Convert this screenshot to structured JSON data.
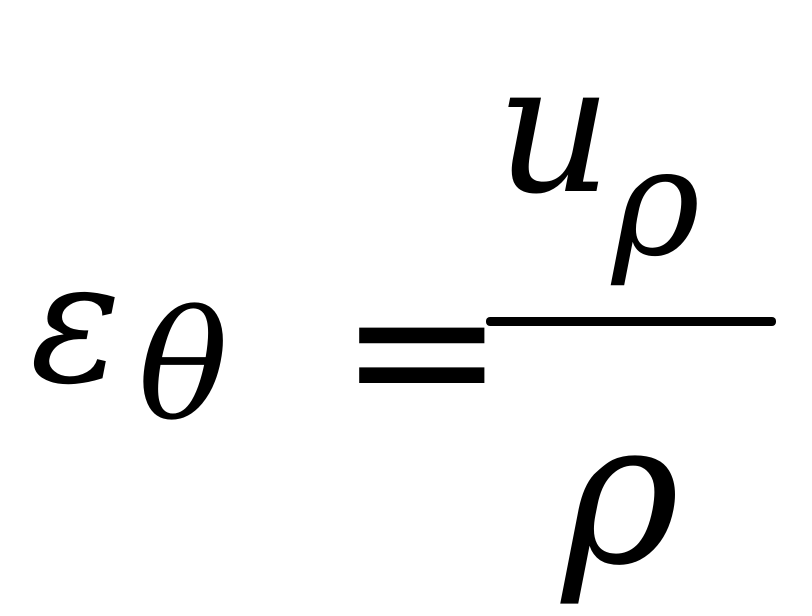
{
  "formula": {
    "lhs": {
      "symbol": "ε",
      "subscript": "θ"
    },
    "operator": "=",
    "rhs": {
      "numerator": {
        "symbol": "u",
        "subscript": "ρ"
      },
      "denominator": "ρ"
    }
  }
}
